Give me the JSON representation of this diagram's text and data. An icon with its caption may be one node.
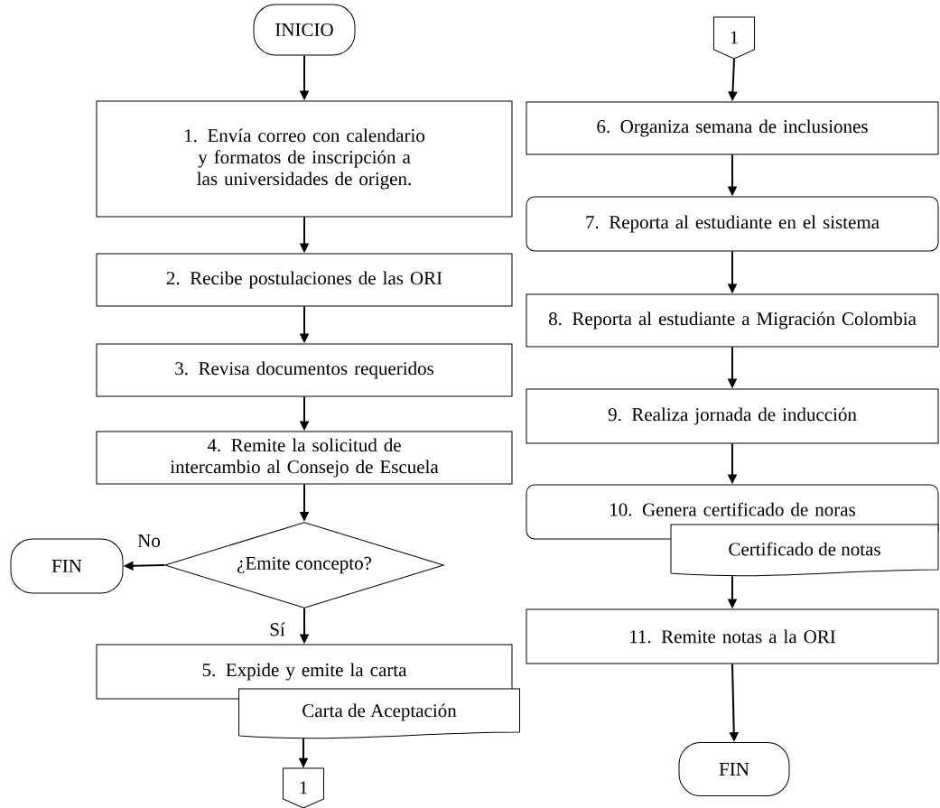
{
  "diagram": {
    "nodes": [
      {
        "text": [
          "INICIO"
        ]
      },
      {
        "text": [
          "1. Envía correo con calendario y formatos de inscripción a las universidades de origen."
        ]
      },
      {
        "text": [
          "2. Recibe postulaciones de las ORI"
        ]
      },
      {
        "text": [
          "3. Revisa documentos requeridos"
        ]
      },
      {
        "text": [
          "4. Remite la solicitud de intercambio al Consejo de Escuela"
        ]
      },
      {
        "text": [
          "¿Emite concepto?"
        ]
      },
      {
        "text": [
          "FIN"
        ]
      },
      {
        "text": [
          "5. Expide y emite la carta"
        ]
      },
      {
        "text": [
          "Carta de Aceptación"
        ]
      },
      {
        "text": [
          "1"
        ]
      },
      {
        "text": [
          "1"
        ]
      },
      {
        "text": [
          "6. Organiza semana de inclusiones"
        ]
      },
      {
        "text": [
          "7. Reporta al estudiante en el sistema"
        ]
      },
      {
        "text": [
          "8. Reporta al estudiante a Migración Colombia"
        ]
      },
      {
        "text": [
          "9. Realiza jornada de inducción"
        ]
      },
      {
        "text": [
          "10. Genera certificado de noras"
        ]
      },
      {
        "text": [
          "Certificado de notas"
        ]
      },
      {
        "text": [
          "11. Remite notas a la ORI"
        ]
      },
      {
        "text": [
          "FIN"
        ]
      }
    ],
    "edges": [
      {
        "from": 0,
        "to": 1,
        "arrow": "to"
      },
      {
        "from": 1,
        "to": 2,
        "arrow": "to"
      },
      {
        "from": 2,
        "to": 3,
        "arrow": "to"
      },
      {
        "from": 3,
        "to": 4,
        "arrow": "to"
      },
      {
        "from": 4,
        "to": 5,
        "arrow": "to"
      },
      {
        "from": 5,
        "to": 6,
        "arrow": "to",
        "label": "No"
      },
      {
        "from": 5,
        "to": 7,
        "arrow": "to",
        "label": "Sí"
      },
      {
        "from": 8,
        "to": 9,
        "arrow": "to"
      },
      {
        "from": 10,
        "to": 11,
        "arrow": "to"
      },
      {
        "from": 11,
        "to": 12,
        "arrow": "to"
      },
      {
        "from": 12,
        "to": 13,
        "arrow": "to"
      },
      {
        "from": 13,
        "to": 14,
        "arrow": "to"
      },
      {
        "from": 14,
        "to": 15,
        "arrow": "to"
      },
      {
        "from": 16,
        "to": 17,
        "arrow": "to"
      },
      {
        "from": 17,
        "to": 18,
        "arrow": "to"
      }
    ]
  }
}
